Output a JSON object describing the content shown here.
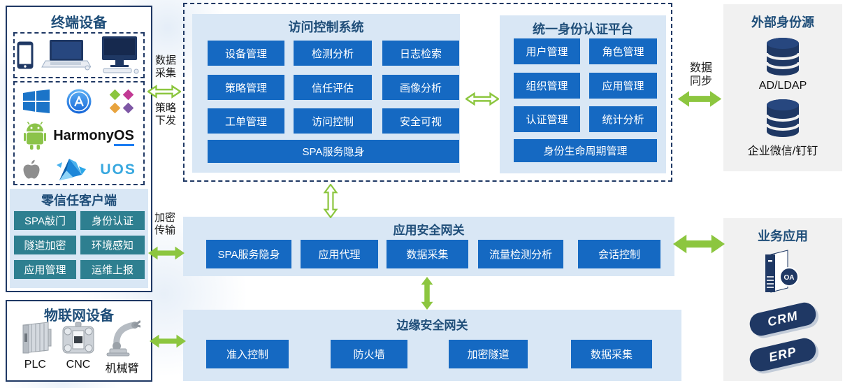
{
  "colors": {
    "navy_border": "#1F3864",
    "title_blue": "#1F4E79",
    "button_blue": "#1569C2",
    "teal_button": "#2E7F90",
    "panel_blue": "#D9E7F5",
    "arrow_green": "#8CC63F",
    "gray_box": "#F1F1F1"
  },
  "terminal": {
    "title": "终端设备",
    "device_icons": [
      "smartphone-icon",
      "laptop-icon",
      "desktop-icon"
    ],
    "os_icons": [
      "windows-icon",
      "app-store-icon",
      "centos-icon",
      "android-icon",
      "harmonyos-logo",
      "apple-icon",
      "deepin-icon",
      "uos-logo"
    ],
    "harmony_prefix": "Harmony",
    "harmony_suffix": "OS",
    "uos": "UOS"
  },
  "zero_trust": {
    "title": "零信任客户端",
    "buttons": [
      "SPA敲门",
      "身份认证",
      "隧道加密",
      "环境感知",
      "应用管理",
      "运维上报"
    ]
  },
  "iot": {
    "title": "物联网设备",
    "labels": [
      "PLC",
      "CNC",
      "机械臂"
    ],
    "icons": [
      "plc-icon",
      "cnc-icon",
      "robot-arm-icon"
    ]
  },
  "access_control": {
    "title": "访问控制系统",
    "buttons": [
      "设备管理",
      "检测分析",
      "日志检索",
      "策略管理",
      "信任评估",
      "画像分析",
      "工单管理",
      "访问控制",
      "安全可视"
    ],
    "wide": "SPA服务隐身"
  },
  "identity": {
    "title": "统一身份认证平台",
    "buttons": [
      "用户管理",
      "角色管理",
      "组织管理",
      "应用管理",
      "认证管理",
      "统计分析"
    ],
    "wide": "身份生命周期管理"
  },
  "external": {
    "title": "外部身份源",
    "sources": [
      "AD/LDAP",
      "企业微信/钉钉"
    ],
    "icons": [
      "database-icon",
      "database-icon"
    ]
  },
  "app_gw": {
    "title": "应用安全网关",
    "buttons": [
      "SPA服务隐身",
      "应用代理",
      "数据采集",
      "流量检测分析",
      "会话控制"
    ]
  },
  "edge_gw": {
    "title": "边缘安全网关",
    "buttons": [
      "准入控制",
      "防火墙",
      "加密隧道",
      "数据采集"
    ]
  },
  "biz": {
    "title": "业务应用",
    "apps": [
      "OA",
      "CRM",
      "ERP"
    ],
    "icons": [
      "server-oa-icon",
      "crm-plate-icon",
      "erp-plate-icon"
    ]
  },
  "flows": {
    "data_collect": "数据采集",
    "policy_push": "策略下发",
    "data_sync": "数据同步",
    "encrypt": "加密传输"
  }
}
